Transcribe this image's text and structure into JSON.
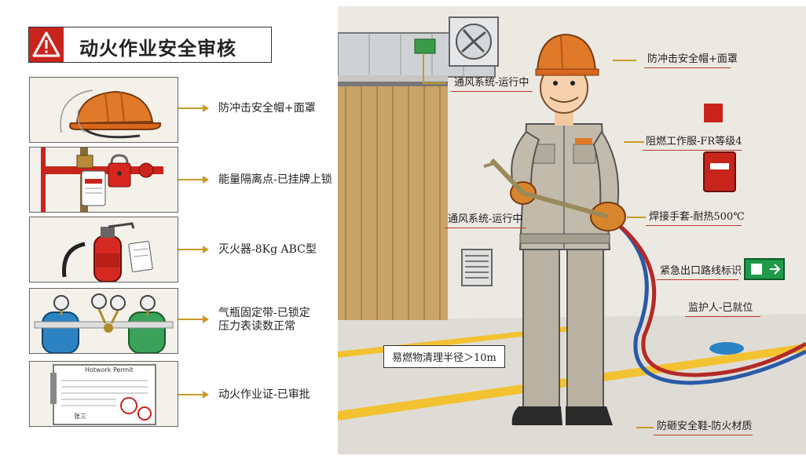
{
  "title": "动火作业安全审核",
  "checklist": [
    {
      "label": "防冲击安全帽+面罩",
      "icon": "hard-hat-icon"
    },
    {
      "label": "能量隔离点-已挂牌上锁",
      "icon": "lockout-tag-icon"
    },
    {
      "label": "灭火器-8Kg ABC型",
      "icon": "fire-extinguisher-icon"
    },
    {
      "label": "气瓶固定带-已锁定\n压力表读数正常",
      "label_line1": "气瓶固定带-已锁定",
      "label_line2": "压力表读数正常",
      "icon": "gas-cylinder-icon"
    },
    {
      "label": "动火作业证-已审批",
      "icon": "hot-work-permit-icon"
    }
  ],
  "permit_text": {
    "heading": "Hotwork Permit",
    "sign": "张三"
  },
  "scene": {
    "helmet_callout": "防冲击安全帽+面罩",
    "ventilation_top": "通风系统-运行中",
    "ventilation_mid": "通风系统-运行中",
    "clothing_callout": "阻燃工作服-FR等级4",
    "gloves_callout": "焊接手套-耐热500℃",
    "exit_callout": "紧急出口路线标识",
    "supervisor_callout": "监护人-已就位",
    "clearance_callout": "易燃物清理半径＞10m",
    "shoes_callout": "防砸安全鞋-防火材质"
  },
  "colors": {
    "accent": "#c99a26",
    "warning_red": "#c8241c",
    "helmet_orange": "#e07a2a",
    "exit_green": "#1f9a4a",
    "uniform": "#b9b2a3"
  }
}
